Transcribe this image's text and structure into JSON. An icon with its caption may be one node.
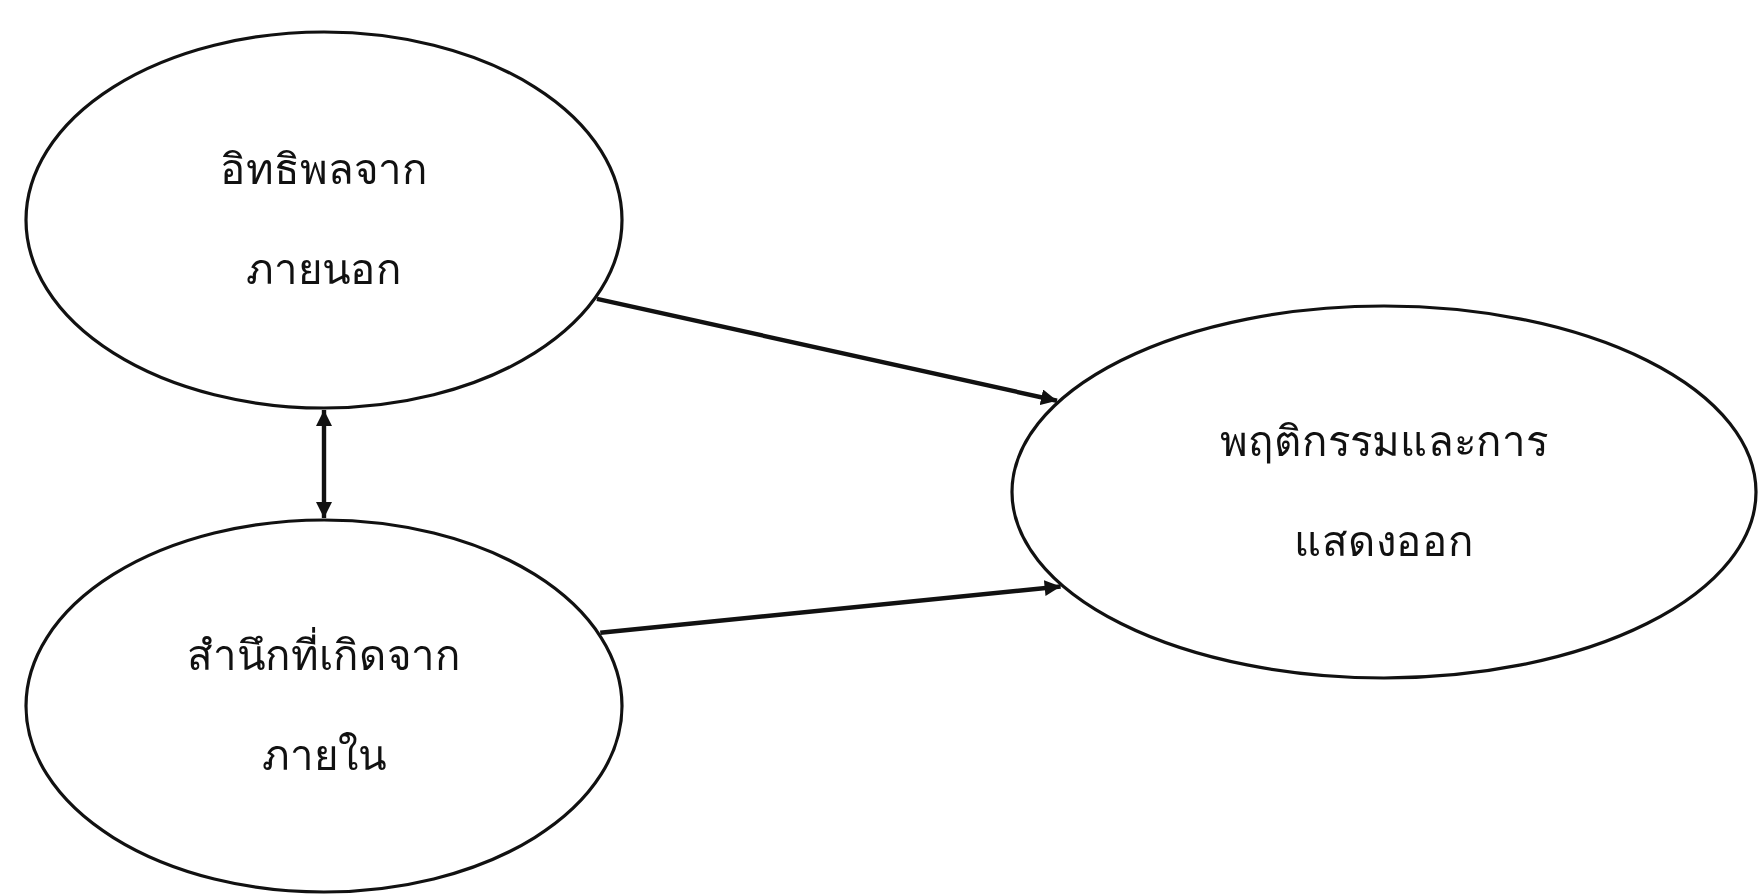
{
  "diagram": {
    "nodes": [
      {
        "text": [
          "อิทธิพลจากภายนอก"
        ]
      },
      {
        "text": [
          "สำนึกที่เกิดจากภายใน"
        ]
      },
      {
        "text": [
          "พฤติกรรมและการแสดงออก"
        ]
      }
    ],
    "edges": [
      {
        "from": 0,
        "to": 2,
        "arrow": "to"
      },
      {
        "from": 1,
        "to": 2,
        "arrow": "to"
      },
      {
        "from": 0,
        "to": 1,
        "arrow": "both"
      }
    ]
  }
}
